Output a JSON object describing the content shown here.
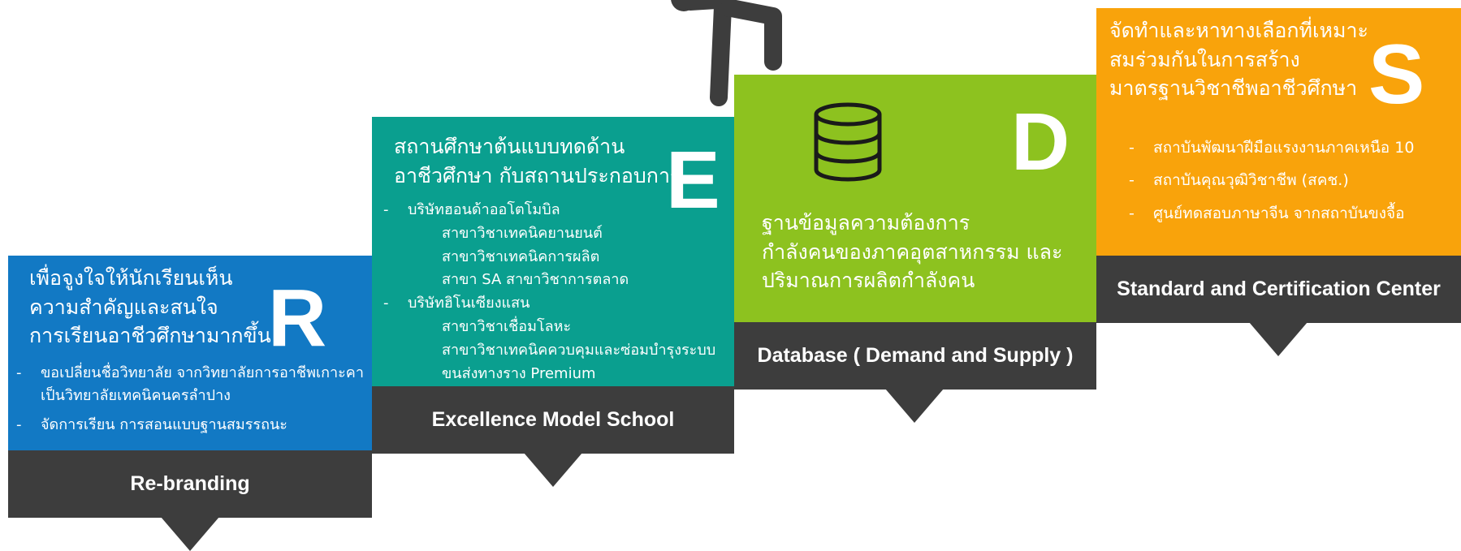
{
  "steps": {
    "r": {
      "letter": "R",
      "heading": [
        "เพื่อจูงใจให้นักเรียนเห็น",
        "ความสำคัญและสนใจ",
        "การเรียนอาชีวศึกษามากขึ้น"
      ],
      "bullets": [
        [
          "ขอเปลี่ยนชื่อวิทยาลัย จากวิทยาลัยการอาชีพเกาะคา",
          "เป็นวิทยาลัยเทคนิคนครลำปาง"
        ],
        [
          "จัดการเรียน การสอนแบบฐานสมรรถนะ"
        ]
      ],
      "footer": "Re-branding",
      "color": "#1279c4"
    },
    "e": {
      "letter": "E",
      "heading": [
        "สถานศึกษาต้นแบบทดด้าน",
        "อาชีวศึกษา กับสถานประกอบการ"
      ],
      "companies": [
        {
          "name": "บริษัทฮอนด้าออโตโมบิล",
          "items": [
            "สาขาวิชาเทคนิคยานยนต์",
            "สาขาวิชาเทคนิคการผลิต",
            "สาขา SA สาขาวิชาการตลาด"
          ]
        },
        {
          "name": "บริษัทฮิโนเซียงแสน",
          "items": [
            "สาขาวิชาเชื่อมโลหะ",
            "สาขาวิชาเทคนิคควบคุมและซ่อมบำรุงระบบ",
            "ขนส่งทางราง Premium"
          ]
        }
      ],
      "footer": "Excellence Model School",
      "color": "#0a9f8f"
    },
    "d": {
      "letter": "D",
      "icon": "database-icon",
      "heading": [
        "ฐานข้อมูลความต้องการ",
        "กำลังคนของภาคอุตสาหกรรม และ",
        "ปริมาณการผลิตกำลังคน"
      ],
      "footer": "Database ( Demand and Supply )",
      "color": "#8dc21f"
    },
    "s": {
      "letter": "S",
      "heading": [
        "จัดทำและหาทางเลือกที่เหมาะ",
        "สมร่วมกันในการสร้าง",
        "มาตรฐานวิชาชีพอาชีวศึกษา"
      ],
      "bullets": [
        "สถาบันพัฒนาฝีมือแรงงานภาคเหนือ 10",
        "สถาบันคุณวุฒิวิชาชีพ (สคช.)",
        "ศูนย์ทดสอบภาษาจีน จากสถาบันขงจื้อ"
      ],
      "footer": "Standard and Certification Center",
      "color": "#f9a30b"
    }
  },
  "figure": "climbing-person-icon",
  "footer_color": "#3d3d3d"
}
